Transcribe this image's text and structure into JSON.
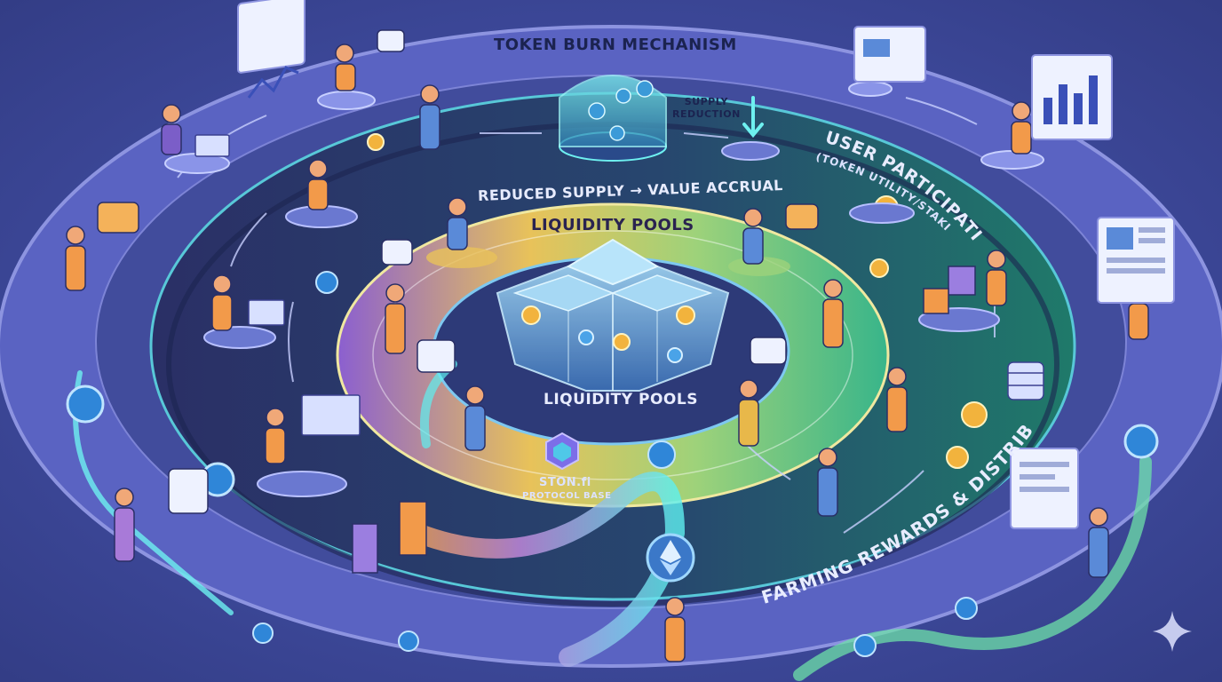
{
  "labels": {
    "token_burn": "TOKEN BURN MECHANISM",
    "supply_reduction_line1": "SUPPLY",
    "supply_reduction_line2": "REDUCTION",
    "user_participation_line1": "USER PARTICIPATION",
    "user_participation_line2": "(TOKEN UTILITY/STAKING)",
    "reduced_supply": "REDUCED SUPPLY → VALUE ACCRUAL",
    "liquidity_pools_top": "LIQUIDITY POOLS",
    "liquidity_pools_center": "LIQUIDITY POOLS",
    "protocol_name": "STON.fi",
    "protocol_base": "PROTOCOL BASE",
    "farming_rewards": "FARMING REWARDS & DISTRIBUTION"
  },
  "colors": {
    "background": "#3f4a9c",
    "outer_ring": "#5a63c2",
    "middle_ring": "#283567",
    "inner_ring_yellow": "#e8c25a",
    "inner_ring_green": "#59d08a",
    "inner_ring_purple": "#6c5bd0",
    "center_disk": "#2d3a78",
    "cube": "#6fb6e8",
    "coin_gold": "#f2b33d",
    "coin_blue": "#4aa3e8",
    "flow_cyan": "#5ef0f0",
    "flow_green": "#6ee0a8"
  },
  "icons": [
    "ton-coin-icon",
    "ethereum-coin-icon",
    "bitcoin-coin-icon",
    "speech-bubble-icon",
    "chart-icon",
    "sparkle-icon",
    "ston-fi-logo-icon",
    "laptop-icon",
    "database-icon"
  ]
}
